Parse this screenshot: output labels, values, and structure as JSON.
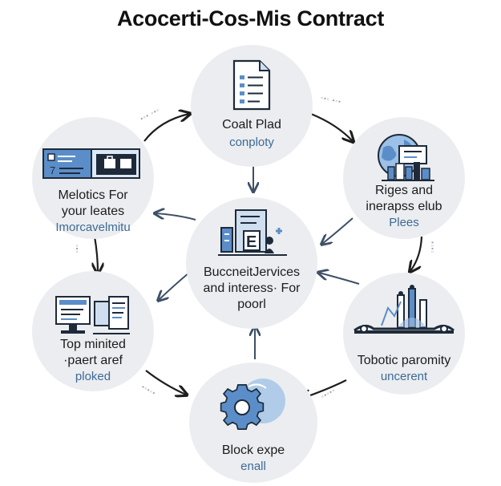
{
  "title": "Acocerti-Cos-Mis Contract",
  "nodes": {
    "top": {
      "label": "Coalt Plad",
      "sub": "conploty"
    },
    "top_right": {
      "label": "Riges and\ninerapss elub",
      "sub": "Plees"
    },
    "right": {
      "label": "Tobotic paromity",
      "sub": "uncerent"
    },
    "bottom": {
      "label": "Block expe",
      "sub": "enall"
    },
    "left": {
      "label": "Top minited\n·paert aref",
      "sub": "ploked"
    },
    "top_left": {
      "label": "Melotics For\nyour leates",
      "sub": "Imorcavelmitu"
    },
    "center": {
      "label": "BuccneitJervices\nand interess· For\npoorl"
    }
  },
  "colors": {
    "node_bg": "#ebedf0",
    "accent_blue": "#5b8ec9",
    "dark_navy": "#1e2a3a",
    "sub_text": "#3d6a96"
  },
  "icons": {
    "top": "document-icon",
    "top_right": "globe-city-icon",
    "right": "bridge-chart-icon",
    "bottom": "gear-icon",
    "left": "desktop-documents-icon",
    "top_left": "dashboard-briefcase-icon",
    "center": "apps-buildings-icon"
  }
}
